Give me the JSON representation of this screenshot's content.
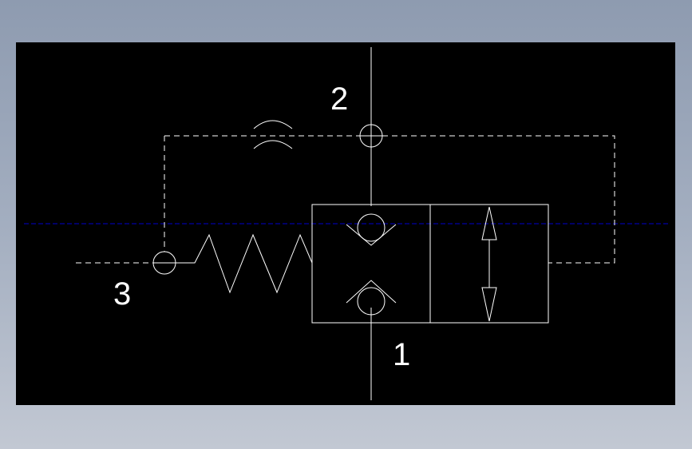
{
  "colors": {
    "background_top": "#8e9bb0",
    "background_bottom": "#c2c8d3",
    "canvas": "#000000",
    "stroke": "#ffffff",
    "centerline": "#0000cc"
  },
  "ports": {
    "port_1": "1",
    "port_2": "2",
    "port_3": "3"
  }
}
